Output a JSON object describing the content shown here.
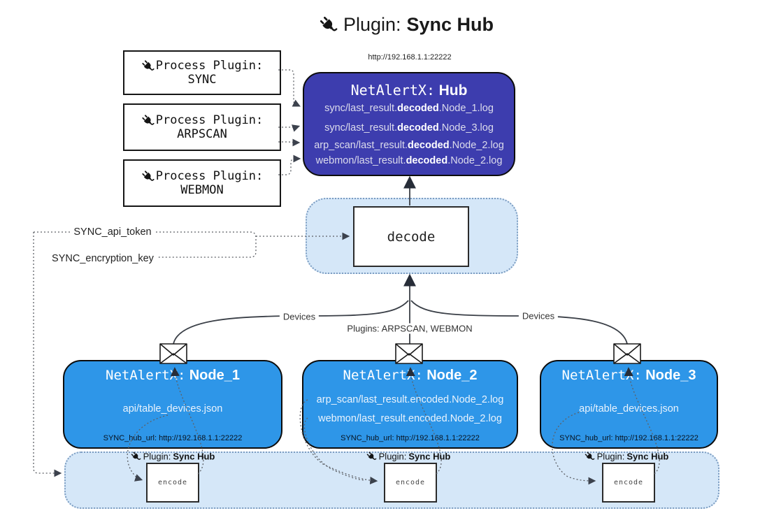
{
  "title": {
    "label": "Plugin:",
    "name": "Sync Hub"
  },
  "process_plugins": [
    {
      "label": "Process Plugin:",
      "name": "SYNC"
    },
    {
      "label": "Process Plugin:",
      "name": "ARPSCAN"
    },
    {
      "label": "Process Plugin:",
      "name": "WEBMON"
    }
  ],
  "hub": {
    "url": "http://192.168.1.1:22222",
    "title_label": "NetAlertX:",
    "title_name": "Hub",
    "logs": [
      {
        "pre": "sync/last_result.",
        "bold": "decoded",
        "post": ".Node_1.log"
      },
      {
        "pre": "sync/last_result.",
        "bold": "decoded",
        "post": ".Node_3.log"
      },
      {
        "pre": "arp_scan/last_result.",
        "bold": "decoded",
        "post": ".Node_2.log"
      },
      {
        "pre": "webmon/last_result.",
        "bold": "decoded",
        "post": ".Node_2.log"
      }
    ]
  },
  "decode_label": "decode",
  "config": {
    "api_token": "SYNC_api_token",
    "encryption_key": "SYNC_encryption_key"
  },
  "edge_labels": {
    "devices_left": "Devices",
    "devices_right": "Devices",
    "plugins": "Plugins: ARPSCAN, WEBMON"
  },
  "nodes": [
    {
      "title_label": "NetAlertX:",
      "title_name": "Node_1",
      "files": [
        "api/table_devices.json"
      ],
      "hub_url": "SYNC_hub_url: http://192.168.1.1:22222"
    },
    {
      "title_label": "NetAlertX:",
      "title_name": "Node_2",
      "files": [
        "arp_scan/last_result.encoded.Node_2.log",
        "webmon/last_result.encoded.Node_2.log"
      ],
      "hub_url": "SYNC_hub_url: http://192.168.1.1:22222"
    },
    {
      "title_label": "NetAlertX:",
      "title_name": "Node_3",
      "files": [
        "api/table_devices.json"
      ],
      "hub_url": "SYNC_hub_url: http://192.168.1.1:22222"
    }
  ],
  "encode_band": {
    "plugin_label": "Plugin:",
    "plugin_name": "Sync Hub",
    "encode_label": "encode"
  },
  "colors": {
    "hub_bg": "#3d3dae",
    "node_bg": "#2e96e8",
    "band_bg": "#d5e7f8",
    "border_accent": "#7b9cc1"
  }
}
